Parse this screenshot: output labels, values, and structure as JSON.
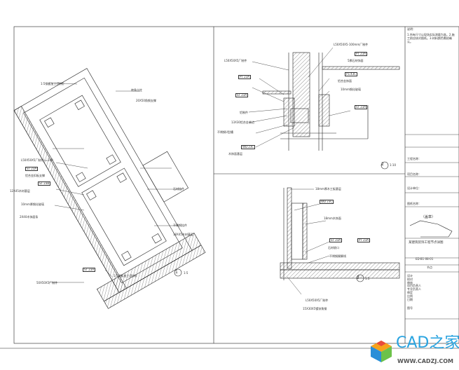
{
  "sheet": {
    "detail_1": {
      "number": "1",
      "scale": "1:5",
      "labels": [
        "1:5钢板加工(防锈)",
        "转角立柱",
        "20X50角钢支撑",
        "L50X50X5厂制件L=100",
        "ST 23A",
        "铝合金扣板支撑",
        "ST 23B",
        "12X45木材基层",
        "10mm厚钢化玻璃",
        "2X40木饰面条",
        "50X50X5厂制件",
        "ST 23A",
        "1:5钢板加工(防锈)",
        "石材挂件",
        "不锈钢挂件",
        "18X45木材基层"
      ]
    },
    "detail_2": {
      "number": "2",
      "scale": "1:10",
      "labels": [
        "L50X50X5-100mm厂制件",
        "PT 23A",
        "5厚石材饰面",
        "L50X50X5厂制件",
        "PT 23A",
        "FS 43C",
        "铝合金饰面",
        "ST 23A",
        "10mm钢化玻璃",
        "ST 23A",
        "铝制件",
        "13X30铝合金收边",
        "不锈钢U型槽",
        "WD 23C",
        "木饰面基层"
      ]
    },
    "detail_3": {
      "number": "3",
      "scale": "1:5",
      "labels": [
        "18mm厚木工板基层",
        "WD 23C",
        "18mm木饰面",
        "PT 23A",
        "ST 23A",
        "石材收口",
        "不锈钢踢脚线",
        "L50X50X5厂制件",
        "15X30X5镀锌角钢"
      ]
    }
  },
  "title_block": {
    "notes_title": "说明：",
    "notes": "1.所有尺寸以现场实际测量为准。2.施工前应核对图纸。3.材料颜色需经确认。",
    "rows": [
      "工程名称：",
      "项目名称：",
      "设计单位：",
      "图纸名称："
    ],
    "stamp": "（盖章）",
    "drawing_title": "某建筑装饰工程节点详图",
    "drawing_no": "ED-B1-08-01",
    "sheet_label": "节点",
    "meta": [
      "设计",
      "校对",
      "审核",
      "项目负责人",
      "专业负责人",
      "审定",
      "比例",
      "日期",
      "图号"
    ]
  },
  "watermark": {
    "brand": "CAD之家",
    "url": "WWW.CADZJ.COM"
  }
}
